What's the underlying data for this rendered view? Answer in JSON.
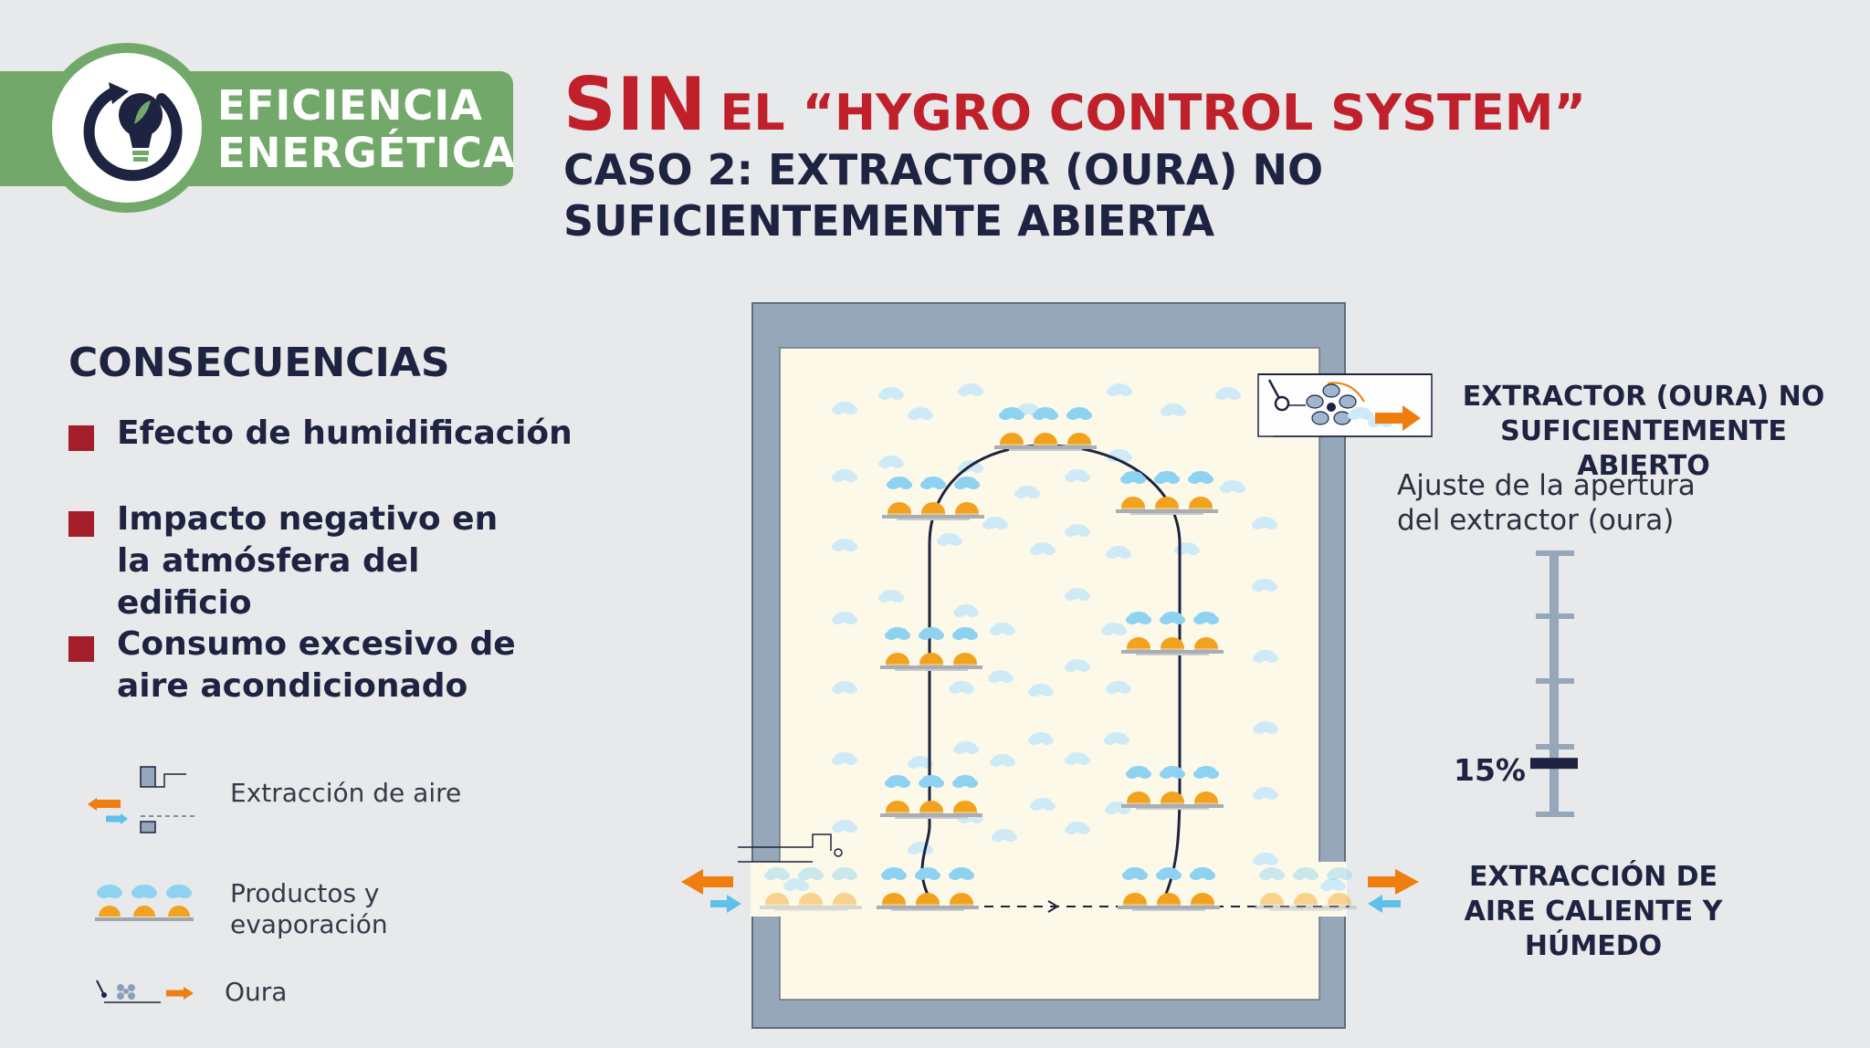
{
  "badge": {
    "line1": "EFICIENCIA",
    "line2": "ENERGÉTICA",
    "icon": "lightbulb-power-icon",
    "color": "#72a96a"
  },
  "title": {
    "sin": "SIN",
    "rest": "EL “HYGRO CONTROL SYSTEM”",
    "subtitle": "CASO 2: EXTRACTOR (OURA) NO SUFICIENTEMENTE ABIERTA",
    "color": "#c0202a"
  },
  "consequences": {
    "heading": "CONSECUENCIAS",
    "items": [
      "Efecto de humidificación",
      "Impacto negativo en la atmósfera del edificio",
      "Consumo excesivo de aire acondicionado"
    ],
    "bullet_color": "#a31d2b"
  },
  "legend": {
    "items": [
      {
        "icon": "air-extraction-icon",
        "label": "Extracción de aire"
      },
      {
        "icon": "products-evaporation-icon",
        "label": "Productos y evaporación"
      },
      {
        "icon": "oura-icon",
        "label": "Oura"
      }
    ]
  },
  "diagram": {
    "extractor_label": "EXTRACTOR (OURA) NO SUFICIENTEMENTE ABIERTO",
    "adjust_label": "Ajuste de la apertura del extractor (oura)",
    "opening_percent": "15%",
    "opening_value": 15,
    "exit_label": "EXTRACCIÓN DE AIRE CALIENTE Y HÚMEDO",
    "colors": {
      "wall": "#95a7b8",
      "room": "#fdf9e8",
      "cloud": "#8ed2f2",
      "product": "#f3a21d",
      "arrow_out": "#ef7d10",
      "arrow_in": "#5fc0ea",
      "line": "#1d2340"
    }
  }
}
